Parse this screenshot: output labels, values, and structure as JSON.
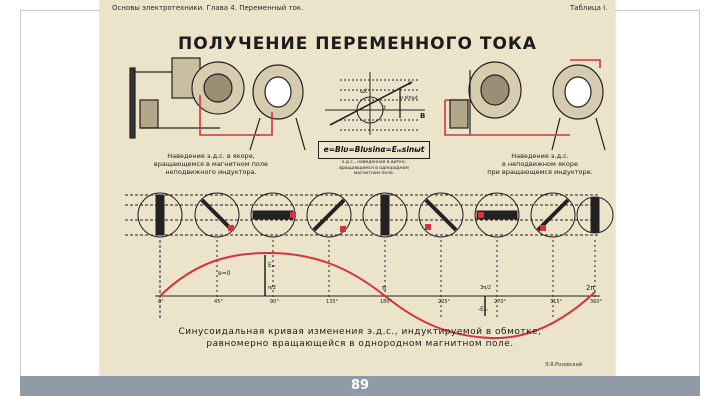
{
  "header": {
    "left": "Основы электротехники. Глава 4. Переменный ток.",
    "right": "Таблица I."
  },
  "title": "ПОЛУЧЕНИЕ ПЕРЕМЕННОГО ТОКА",
  "captions": {
    "left": [
      "Наведение э.д.с. в якоре,",
      "вращающемся в магнитном поле",
      "неподвижного индуктора."
    ],
    "right": [
      "Наведение э.д.с.",
      "в неподвижном якоре",
      "при вращающемся индукторе."
    ],
    "center_small": [
      "э.д.с., наведенная в витке,",
      "вращающемся в однородном",
      "магнитном поле."
    ]
  },
  "formula": "e=Blυ=Blυsinα=Eₘsinωt",
  "diagram_labels": {
    "omega_t": "ωt",
    "alpha": "α",
    "v": "υ",
    "B": "B",
    "vt_sinwt": "υ·sinωt",
    "e_zero": "e=0",
    "e_max": "Eₘ",
    "minus_em": "-Eₘ",
    "pi": "π",
    "two_pi": "2π",
    "pi_half": "π/2",
    "three_pi_half": "3π/2"
  },
  "angle_labels": [
    "0°",
    "45°",
    "90°",
    "135°",
    "180°",
    "225°",
    "270°",
    "315°",
    "360°"
  ],
  "bottom_caption": [
    "Синусоидальная кривая изменения э.д.с., индуктируемой в обмотке,",
    "равномерно вращающейся в однородном магнитном поле."
  ],
  "signature": "Э.Я.Розовский",
  "page_number": "89",
  "colors": {
    "paper": "#ece3cb",
    "ink": "#1b1b1b",
    "curve": "#d6333a",
    "footer": "#8f9aa6"
  }
}
